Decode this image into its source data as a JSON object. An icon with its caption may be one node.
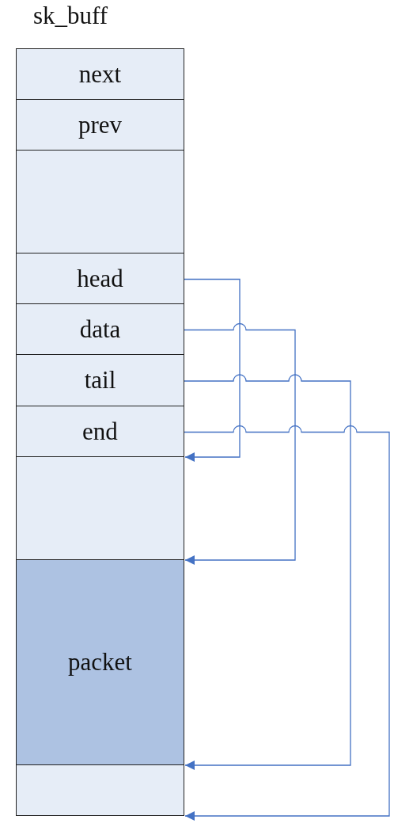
{
  "diagram": {
    "title": "sk_buff",
    "nodes": [
      {
        "text": [
          "next"
        ]
      },
      {
        "text": [
          "prev"
        ]
      },
      {
        "text": [],
        "shape": "box"
      },
      {
        "text": [
          "head"
        ]
      },
      {
        "text": [
          "data"
        ]
      },
      {
        "text": [
          "tail"
        ]
      },
      {
        "text": [
          "end"
        ]
      },
      {
        "text": [],
        "shape": "box"
      },
      {
        "text": [
          "packet"
        ]
      },
      {
        "text": [],
        "shape": "box"
      }
    ],
    "edges": [
      {
        "from": 3,
        "to": 7,
        "arrow": "to"
      },
      {
        "from": 4,
        "to": 8,
        "arrow": "to"
      },
      {
        "from": 5,
        "to": 9,
        "arrow": "to"
      },
      {
        "from": 6,
        "to": 9,
        "arrow": "to"
      }
    ]
  }
}
